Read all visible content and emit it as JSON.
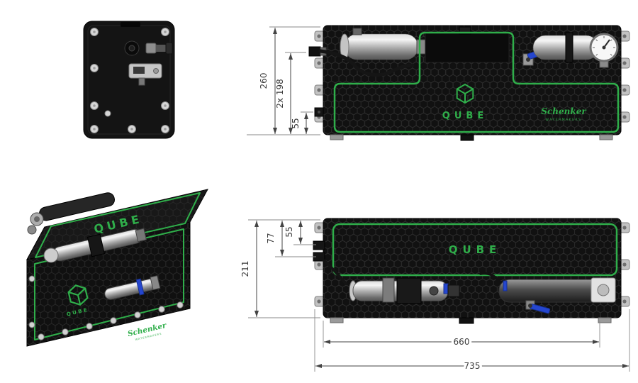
{
  "brand": {
    "product": "QUBE",
    "manufacturer": "Schenker",
    "manufacturer_tagline": "WATERMAKERS"
  },
  "colors": {
    "accent_green": "#2fae4a",
    "body_black": "#111111",
    "dimension_text": "#3b3b3b",
    "valve_blue": "#2546cf",
    "metal_gray": "#a9a9a9"
  },
  "views": {
    "side_view_top": {
      "dims": {
        "overall_height": "260",
        "port_height": "2x 198",
        "drain_height": "55"
      }
    },
    "side_view_bottom": {
      "dims": {
        "overall_height": "211",
        "upper_port": "77",
        "lower_port": "55",
        "body_length": "660",
        "overall_length": "735"
      }
    }
  }
}
